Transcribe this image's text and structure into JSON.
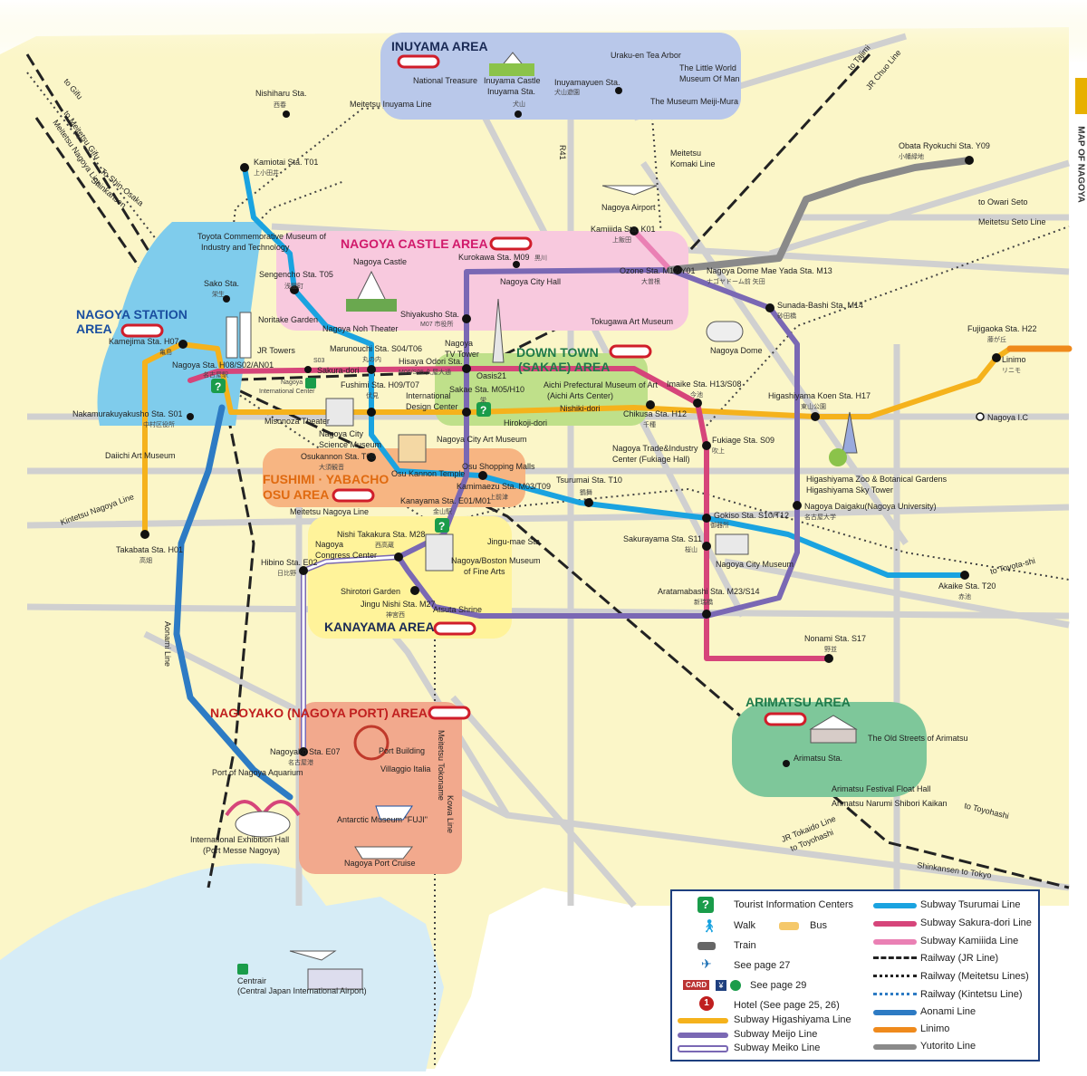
{
  "side_tab": {
    "label": "MAP OF NAGOYA"
  },
  "areas": {
    "inuyama": "INUYAMA AREA",
    "nagoya_castle": "NAGOYA CASTLE AREA",
    "nagoya_station_1": "NAGOYA STATION",
    "nagoya_station_2": "AREA",
    "downtown_1": "DOWN  TOWN",
    "downtown_2": "(SAKAE) AREA",
    "fushimi_1": "FUSHIMI · YABACHO",
    "fushimi_2": "OSU AREA",
    "kanayama": "KANAYAMA AREA",
    "nagoyako": "NAGOYAKO (NAGOYA PORT) AREA",
    "arimatsu": "ARIMATSU AREA"
  },
  "places": {
    "national_treasure": "National Treasure",
    "inuyama_castle_1": "Inuyama Castle",
    "inuyama_castle_2": "Inuyama Sta.",
    "urakuen": "Uraku-en Tea Arbor",
    "little_world_1": "The Little World",
    "little_world_2": "Museum Of Man",
    "meiji_mura": "The Museum Meiji-Mura",
    "nagoya_airport": "Nagoya Airport",
    "toyota_museum_1": "Toyota Commemorative Museum of",
    "toyota_museum_2": "Industry and Technology",
    "nagoya_castle": "Nagoya Castle",
    "nagoya_city_hall": "Nagoya City   Hall",
    "noritake": "Noritake Garden",
    "noh_theater": "Nagoya Noh Theater",
    "jr_towers": "JR Towers",
    "tv_tower_1": "Nagoya",
    "tv_tower_2": "TV Tower",
    "oasis21": "Oasis21",
    "aichi_museum_1": "Aichi Prefectural Museum of Art",
    "aichi_museum_2": "(Aichi Arts Center)",
    "tokugawa": "Tokugawa Art Museum",
    "nagoya_dome": "Nagoya Dome",
    "international_center_1": "Nagoya",
    "international_center_2": "International Center",
    "design_center_1": "International",
    "design_center_2": "Design Center",
    "misonoza": "Misonoza Theater",
    "science_museum_1": "Nagoya City",
    "science_museum_2": "Science Museum",
    "city_art_museum": "Nagoya City Art Museum",
    "osu_kannon_temple": "Osu Kannon Temple",
    "osu_shopping": "Osu Shopping Malls",
    "hirokoji": "Hirokoji-dori",
    "nishiki": "Nishiki-dori",
    "trade_center_1": "Nagoya Trade&Industry",
    "trade_center_2": "Center (Fukiage Hall)",
    "higashiyama_zoo_1": "Higashiyama Zoo & Botanical Gardens",
    "higashiyama_zoo_2": "Higashiyama Sky Tower",
    "daiichi": "Daiichi Art Museum",
    "congress_center_1": "Nagoya",
    "congress_center_2": "Congress Center",
    "boston_museum_1": "Nagoya/Boston Museum",
    "boston_museum_2": "of Fine Arts",
    "shirotori": "Shirotori Garden",
    "atsuta": "Atsuta Shrine",
    "city_museum": "Nagoya City Museum",
    "port_building": "Port Building",
    "villaggio": "Villaggio Italia",
    "aquarium": "Port of Nagoya Aquarium",
    "antarctic": "Antarctic Museum \"FUJI\"",
    "exhibition_1": "International Exhibition Hall",
    "exhibition_2": "(Port Messe Nagoya)",
    "port_cruise": "Nagoya Port Cruise",
    "centrair_1": "Centrair",
    "centrair_2": "(Central Japan International Airport)",
    "arimatsu_streets": "The Old Streets of Arimatsu",
    "arimatsu_float": "Arimatsu Festival Float Hall",
    "arimatsu_shibori": "Arimatsu Narumi Shibori Kaikan"
  },
  "stations": {
    "nishiharu": "Nishiharu Sta.",
    "nishiharu_jp": "西春",
    "inuyamayuen": "Inuyamayuen Sta.",
    "inuyamayuen_jp": "犬山遊園",
    "inuyama_jp": "犬山",
    "kamiotai": "Kamiotai Sta. T01",
    "kamiotai_jp": "上小田井",
    "kamiiida": "Kamiiida Sta. K01",
    "kamiiida_jp": "上飯田",
    "obata": "Obata Ryokuchi Sta. Y09",
    "obata_jp": "小幡緑地",
    "sengencho": "Sengencho Sta. T05",
    "sengencho_jp": "浅間町",
    "kurokawa": "Kurokawa Sta. M09",
    "kurokawa_jp": "黒川",
    "ozone": "Ozone Sta. M12/Y01",
    "ozone_jp": "大曽根",
    "dome_yada": "Nagoya Dome Mae Yada Sta. M13",
    "dome_yada_jp": "ナゴヤドーム前 矢田",
    "sunadabashi": "Sunada-Bashi Sta. M14",
    "sunadabashi_jp": "砂田橋",
    "sako": "Sako Sta.",
    "sako_jp": "栄生",
    "shiyakusho": "Shiyakusho Sta.",
    "shiyakusho_jp": "M07 市役所",
    "kamejima": "Kamejima Sta. H07",
    "kamejima_jp": "亀島",
    "marunouchi": "Marunouchi Sta. S04/T06",
    "marunouchi_jp": "丸の内",
    "hisaya": "Hisaya Odori Sta.",
    "hisaya_jp": "M06/S05 久屋大通",
    "fujigaoka": "Fujigaoka Sta. H22",
    "fujigaoka_jp": "藤が丘",
    "linimo": "Linimo",
    "linimo_jp": "リニモ",
    "nagoya": "Nagoya Sta. H08/S02/AN01",
    "nagoya_jp": "名古屋駅",
    "s03": "S03",
    "sakuradori": "Sakura-dori",
    "fushimi": "Fushimi Sta. H09/T07",
    "fushimi_jp": "伏見",
    "sakae": "Sakae Sta. M05/H10",
    "sakae_jp": "栄",
    "imaike": "Imaike Sta. H13/S08",
    "imaike_jp": "今池",
    "higashiyama_koen": "Higashiyama Koen Sta. H17",
    "higashiyama_koen_jp": "東山公園",
    "nakamurakuyakusho": "Nakamurakuyakusho Sta. S01",
    "nakamurakuyakusho_jp": "中村区役所",
    "chikusa": "Chikusa Sta. H12",
    "chikusa_jp": "千種",
    "nagoya_ic": "Nagoya I.C",
    "fukiage": "Fukiage Sta. S09",
    "fukiage_jp": "吹上",
    "osukannon": "Osukannon Sta. T08",
    "osukannon_jp": "大須観音",
    "kamimaezu": "Kamimaezu Sta. M03/T09",
    "kamimaezu_jp": "上前津",
    "tsurumai": "Tsurumai Sta. T10",
    "tsurumai_jp": "鶴舞",
    "kanayama": "Kanayama Sta. E01/M01",
    "kanayama_jp": "金山駅",
    "nagoya_daigaku": "Nagoya Daigaku(Nagoya University)",
    "nagoya_daigaku_jp": "名古屋大学",
    "takabata": "Takabata Sta. H01",
    "takabata_jp": "高畑",
    "nishi_takakura": "Nishi Takakura Sta. M28",
    "nishi_takakura_jp": "西高蔵",
    "jingumae": "Jingu-mae Sta.",
    "gokiso": "Gokiso Sta. S10/T12",
    "gokiso_jp": "御器所",
    "sakurayama": "Sakurayama Sta. S11",
    "sakurayama_jp": "桜山",
    "hibino": "Hibino Sta. E02",
    "hibino_jp": "日比野",
    "jingu_nishi": "Jingu Nishi Sta. M27",
    "jingu_nishi_jp": "神宮西",
    "aratamabashi": "Aratamabashi Sta. M23/S14",
    "aratamabashi_jp": "新瑞橋",
    "akaike": "Akaike Sta. T20",
    "akaike_jp": "赤池",
    "nonami": "Nonami Sta. S17",
    "nonami_jp": "野並",
    "nagoyako": "Nagoyako Sta. E07",
    "nagoyako_jp": "名古屋港",
    "arimatsu": "Arimatsu Sta."
  },
  "lines": {
    "inuyama_line": "Meitetsu Inuyama Line",
    "komaki_line_1": "Meitetsu",
    "komaki_line_2": "Komaki Line",
    "r41": "R41",
    "to_gifu": "to Gifu",
    "to_meitetsu_gifu_1": "to Meitetsu Gifu",
    "to_meitetsu_gifu_2": "Meitetsu Nagoya Line",
    "to_shin_osaka_1": "To Shin-Osaka",
    "to_shin_osaka_2": "Shinkansen",
    "to_tajimi_1": "to Tajimi",
    "to_tajimi_2": "JR Chuo Line",
    "to_owari_seto": "to Owari Seto",
    "seto_line": "Meitetsu Seto Line",
    "kintetsu": "Kintetsu Nagoya Line",
    "meitetsu_nagoya": "Meitetsu Nagoya Line",
    "to_toyota": "to Toyota-shi",
    "aonami": "Aonami Line",
    "tokoname_1": "Meitetsu Tokoname",
    "tokoname_2": "Kowa Line",
    "to_toyohashi_1": "to Toyohashi",
    "tokaido_1": "JR Tokaido Line",
    "tokaido_2": "to Toyohashi",
    "shinkansen_tokyo": "Shinkansen to Tokyo"
  },
  "legend": {
    "tourist_info": "Tourist Information Centers",
    "walk": "Walk",
    "bus": "Bus",
    "train": "Train",
    "see27": "See page 27",
    "card": "CARD",
    "see29": "See page 29",
    "hotel": "Hotel (See page 25, 26)",
    "higashiyama": "Subway Higashiyama Line",
    "meijo": "Subway Meijo Line",
    "meiko": "Subway Meiko Line",
    "tsurumai": "Subway Tsurumai Line",
    "sakuradori": "Subway Sakura-dori Line",
    "kamiiida": "Subway Kamiiida Line",
    "jr": "Railway (JR Line)",
    "meitetsu": "Railway (Meitetsu Lines)",
    "kintetsu": "Railway (Kintetsu Line)",
    "aonami": "Aonami Line",
    "linimo": "Linimo",
    "yutorito": "Yutorito Line"
  },
  "colors": {
    "higashiyama": "#f5b21c",
    "meijo": "#7a68b4",
    "meiko": "#ffffff",
    "tsurumai": "#1aa3e0",
    "sakuradori": "#d6457a",
    "kamiiida": "#ea80b4",
    "aonami": "#2d7bc4",
    "linimo": "#ef8a1c",
    "yutorito": "#8a8a8a",
    "land": "#fbf6c8",
    "sea": "#d6ecf6",
    "road": "#c9c9c9"
  }
}
